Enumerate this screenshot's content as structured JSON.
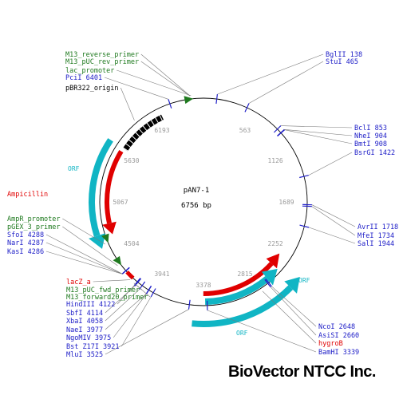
{
  "plasmid": {
    "name": "pAN7-1",
    "size_label": "6756 bp",
    "length_bp": 6756
  },
  "brand": "BioVector NTCC Inc.",
  "colors": {
    "site": "#2020c8",
    "feature": "#1f7a1f",
    "marker": "#e00000",
    "orf": "#10b5c4",
    "origin": "#000000",
    "tick": "#9a9a9a",
    "backbone": "#000000"
  },
  "tick_labels": [
    {
      "bp": 563,
      "label": "563"
    },
    {
      "bp": 1126,
      "label": "1126"
    },
    {
      "bp": 1689,
      "label": "1689"
    },
    {
      "bp": 2252,
      "label": "2252"
    },
    {
      "bp": 2815,
      "label": "2815"
    },
    {
      "bp": 3378,
      "label": "3378"
    },
    {
      "bp": 3941,
      "label": "3941"
    },
    {
      "bp": 4504,
      "label": "4504"
    },
    {
      "bp": 5067,
      "label": "5067"
    },
    {
      "bp": 5630,
      "label": "5630"
    },
    {
      "bp": 6193,
      "label": "6193"
    }
  ],
  "labels": [
    {
      "text": "M13_reverse_primer",
      "kind": "feature",
      "bp": 6620
    },
    {
      "text": "M13_pUC_rev_primer",
      "kind": "feature",
      "bp": 6620
    },
    {
      "text": "lac_promoter",
      "kind": "feature",
      "bp": 6630
    },
    {
      "text": "PciI 6401",
      "kind": "site",
      "bp": 6401
    },
    {
      "text": "pBR322_origin",
      "kind": "origin",
      "bp": 6000
    },
    {
      "text": "BglII 138",
      "kind": "site",
      "bp": 138
    },
    {
      "text": "StuI 465",
      "kind": "site",
      "bp": 465
    },
    {
      "text": "BclI 853",
      "kind": "site",
      "bp": 853
    },
    {
      "text": "NheI 904",
      "kind": "site",
      "bp": 904
    },
    {
      "text": "BmtI 908",
      "kind": "site",
      "bp": 908
    },
    {
      "text": "BsrGI 1422",
      "kind": "site",
      "bp": 1422
    },
    {
      "text": "AvrII 1718",
      "kind": "site",
      "bp": 1718
    },
    {
      "text": "MfeI 1734",
      "kind": "site",
      "bp": 1734
    },
    {
      "text": "SalI 1944",
      "kind": "site",
      "bp": 1944
    },
    {
      "text": "Ampicillin",
      "kind": "marker",
      "bp": 5170
    },
    {
      "text": "AmpR_promoter",
      "kind": "feature",
      "bp": 4630
    },
    {
      "text": "pGEX_3_primer",
      "kind": "feature",
      "bp": 4380
    },
    {
      "text": "SfoI 4288",
      "kind": "site",
      "bp": 4288
    },
    {
      "text": "NarI 4287",
      "kind": "site",
      "bp": 4287
    },
    {
      "text": "KasI 4286",
      "kind": "site",
      "bp": 4286
    },
    {
      "text": "lacZ_a",
      "kind": "marker",
      "bp": 4190
    },
    {
      "text": "M13_pUC_fwd_primer",
      "kind": "feature",
      "bp": 4140
    },
    {
      "text": "M13_forward20_primer",
      "kind": "feature",
      "bp": 4130
    },
    {
      "text": "HindIII 4122",
      "kind": "site",
      "bp": 4122
    },
    {
      "text": "SbfI 4114",
      "kind": "site",
      "bp": 4114
    },
    {
      "text": "XbaI 4058",
      "kind": "site",
      "bp": 4058
    },
    {
      "text": "NaeI 3977",
      "kind": "site",
      "bp": 3977
    },
    {
      "text": "NgoMIV 3975",
      "kind": "site",
      "bp": 3975
    },
    {
      "text": "Bst Z17I 3921",
      "kind": "site",
      "bp": 3921
    },
    {
      "text": "MluI 3525",
      "kind": "site",
      "bp": 3525
    },
    {
      "text": "NcoI 2648",
      "kind": "site",
      "bp": 2648
    },
    {
      "text": "AsiSI 2660",
      "kind": "site",
      "bp": 2660
    },
    {
      "text": "hygroB",
      "kind": "marker",
      "bp": 2750
    },
    {
      "text": "BamHI 3339",
      "kind": "site",
      "bp": 3339
    }
  ],
  "orf_labels": [
    "ORF",
    "ORF",
    "ORF"
  ],
  "features": [
    {
      "name": "pBR322_origin",
      "kind": "origin",
      "start": 5700,
      "end": 6270,
      "direction": "reverse"
    },
    {
      "name": "Ampicillin",
      "kind": "marker",
      "start": 4700,
      "end": 5660,
      "direction": "reverse"
    },
    {
      "name": "ORF",
      "kind": "orf",
      "start": 4600,
      "end": 5700,
      "direction": "reverse"
    },
    {
      "name": "hygroB",
      "kind": "marker",
      "start": 2330,
      "end": 3380,
      "direction": "reverse"
    },
    {
      "name": "ORF",
      "kind": "orf",
      "start": 2480,
      "end": 3360,
      "direction": "reverse"
    },
    {
      "name": "ORF",
      "kind": "orf",
      "start": 2400,
      "end": 3480,
      "direction": "reverse"
    },
    {
      "name": "lacZ_a",
      "kind": "marker",
      "start": 4180,
      "end": 4270,
      "direction": "forward"
    },
    {
      "name": "lac_promoter",
      "kind": "feature",
      "start": 6560,
      "end": 6650,
      "direction": "forward"
    },
    {
      "name": "AmpR_promoter",
      "kind": "feature",
      "start": 4650,
      "end": 4700,
      "direction": "reverse"
    },
    {
      "name": "pGEX_3_primer",
      "kind": "feature",
      "start": 4390,
      "end": 4420,
      "direction": "reverse"
    }
  ]
}
